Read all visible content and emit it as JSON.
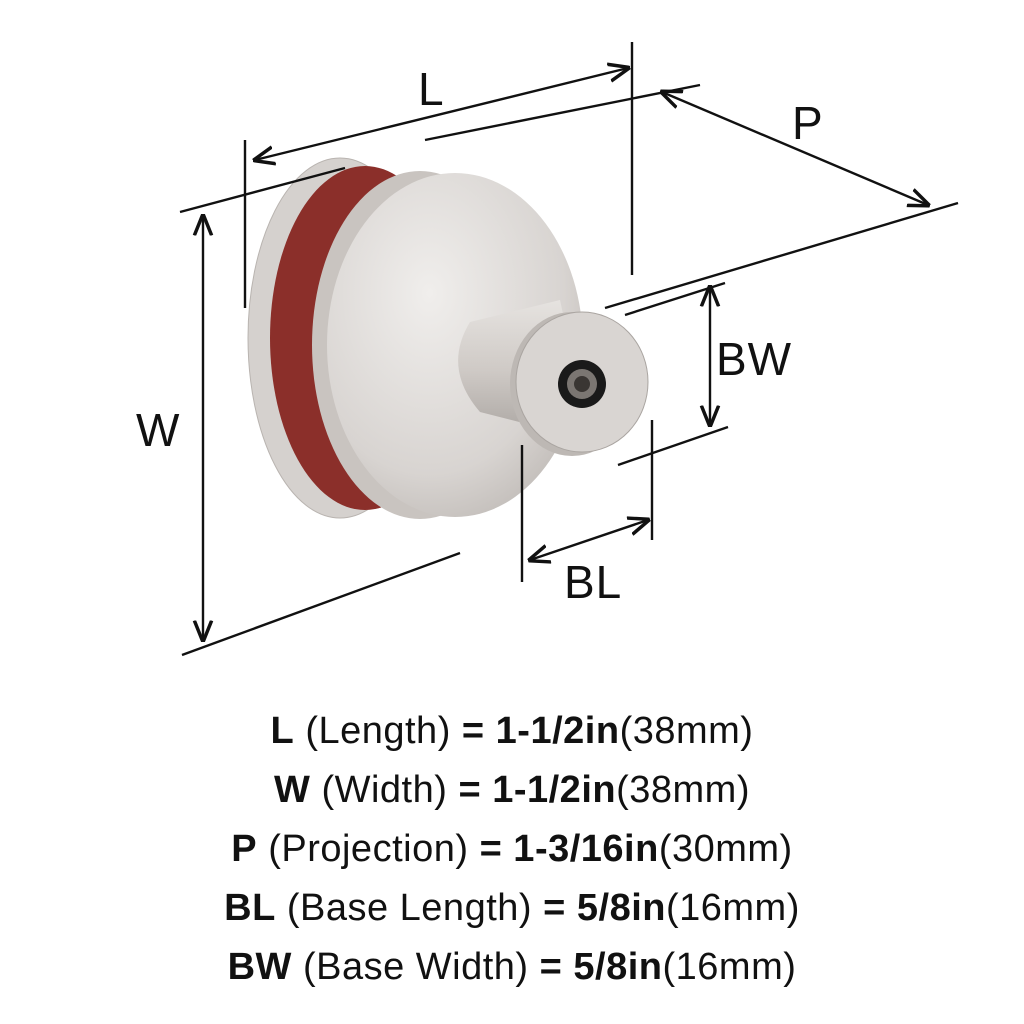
{
  "diagram": {
    "labels": {
      "L": "L",
      "P": "P",
      "W": "W",
      "BW": "BW",
      "BL": "BL"
    },
    "colors": {
      "metal": "#d9d6d3",
      "leather": "#8b2f2a",
      "lines": "#111111"
    }
  },
  "specs": [
    {
      "code": "L",
      "name": "(Length)",
      "eq": "= 1-1/2in",
      "metric": "(38mm)"
    },
    {
      "code": "W",
      "name": "(Width)",
      "eq": "= 1-1/2in",
      "metric": "(38mm)"
    },
    {
      "code": "P",
      "name": "(Projection)",
      "eq": "= 1-3/16in",
      "metric": "(30mm)"
    },
    {
      "code": "BL",
      "name": "(Base Length)",
      "eq": "= 5/8in",
      "metric": "(16mm)"
    },
    {
      "code": "BW",
      "name": "(Base Width)",
      "eq": "= 5/8in",
      "metric": "(16mm)"
    }
  ]
}
